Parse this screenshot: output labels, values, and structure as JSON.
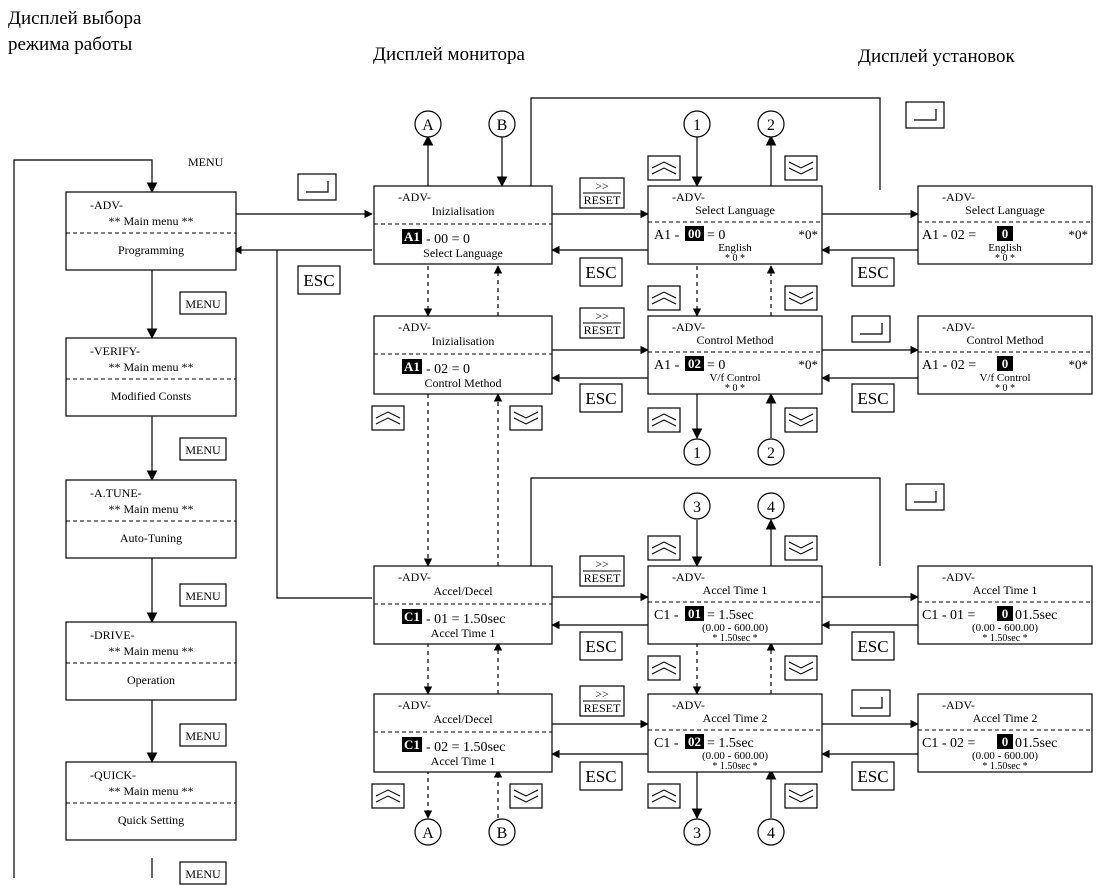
{
  "headers": {
    "mode_display": [
      "Дисплей выбора",
      "режима работы"
    ],
    "monitor_display": "Дисплей монитора",
    "setting_display": "Дисплей установок"
  },
  "menu_label": "MENU",
  "keys": {
    "menu": "MENU",
    "esc": "ESC",
    "reset_top": ">>",
    "reset_bottom": "RESET",
    "enter": "enter-key",
    "up": "up-key",
    "down": "down-key"
  },
  "connectors": {
    "A": "A",
    "B": "B",
    "n1": "1",
    "n2": "2",
    "n3": "3",
    "n4": "4"
  },
  "mode_screens": [
    {
      "title": "-ADV-",
      "header": "** Main menu **",
      "item": "Programming"
    },
    {
      "title": "-VERIFY-",
      "header": "** Main menu **",
      "item": "Modified Consts"
    },
    {
      "title": "-A.TUNE-",
      "header": "** Main menu **",
      "item": "Auto-Tuning"
    },
    {
      "title": "-DRIVE-",
      "header": "** Main menu **",
      "item": "Operation"
    },
    {
      "title": "-QUICK-",
      "header": "** Main menu **",
      "item": "Quick Setting"
    }
  ],
  "monitor_screens": [
    {
      "title": "-ADV-",
      "group": "Inizialisation",
      "code": "A1",
      "param": "- 00 = 0",
      "name": "Select Language"
    },
    {
      "title": "-ADV-",
      "group": "Inizialisation",
      "code": "A1",
      "param": "- 02 = 0",
      "name": "Control Method"
    },
    {
      "title": "-ADV-",
      "group": "Accel/Decel",
      "code": "C1",
      "param": "- 01 =    1.50sec",
      "name": "Accel Time 1"
    },
    {
      "title": "-ADV-",
      "group": "Accel/Decel",
      "code": "C1",
      "param": "- 02 =    1.50sec",
      "name": "Accel Time 1"
    }
  ],
  "param_screens": [
    {
      "title": "-ADV-",
      "name": "Select Language",
      "pre": "A1 -",
      "code": "00",
      "post": "=     0",
      "mark": "*0*",
      "line3": "English",
      "line4": "* 0 *"
    },
    {
      "title": "-ADV-",
      "name": "Control Method",
      "pre": "A1 -",
      "code": "02",
      "post": "=     0",
      "mark": "*0*",
      "line3": "V/f Control",
      "line4": "* 0 *"
    },
    {
      "title": "-ADV-",
      "name": "Accel Time 1",
      "pre": "C1 -",
      "code": "01",
      "post": "=       1.5sec",
      "mark": "",
      "line3": "(0.00 - 600.00)",
      "line4": "* 1.50sec *"
    },
    {
      "title": "-ADV-",
      "name": "Accel Time 2",
      "pre": "C1 -",
      "code": "02",
      "post": "=       1.5sec",
      "mark": "",
      "line3": "(0.00 - 600.00)",
      "line4": "* 1.50sec *"
    }
  ],
  "setting_screens": [
    {
      "title": "-ADV-",
      "name": "Select Language",
      "pre": "A1 - 02 =",
      "value": "0",
      "post": "",
      "mark": "*0*",
      "line3": "English",
      "line4": "* 0 *"
    },
    {
      "title": "-ADV-",
      "name": "Control Method",
      "pre": "A1 - 02 =",
      "value": "0",
      "post": "",
      "mark": "*0*",
      "line3": "V/f Control",
      "line4": "* 0 *"
    },
    {
      "title": "-ADV-",
      "name": "Accel Time 1",
      "pre": "C1 - 01 =",
      "value": "0",
      "post": "01.5sec",
      "mark": "",
      "line3": "(0.00 - 600.00)",
      "line4": "* 1.50sec *"
    },
    {
      "title": "-ADV-",
      "name": "Accel Time 2",
      "pre": "C1 - 02 =",
      "value": "0",
      "post": "01.5sec",
      "mark": "",
      "line3": "(0.00 - 600.00)",
      "line4": "* 1.50sec *"
    }
  ]
}
